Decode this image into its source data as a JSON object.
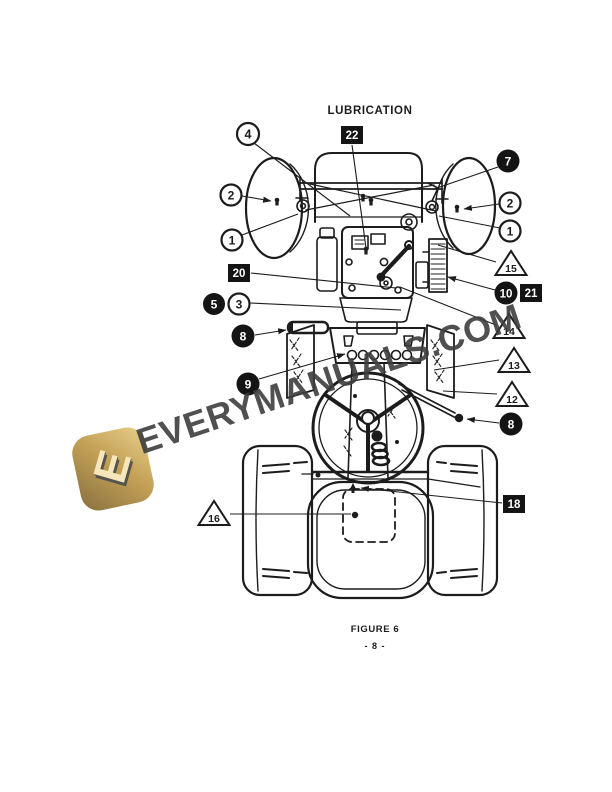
{
  "page": {
    "title": "LUBRICATION",
    "figure_caption": "FIGURE 6",
    "page_number": "- 8 -"
  },
  "watermark": {
    "text": "EVERYMANUALS.COM",
    "logo_letter": "E"
  },
  "colors": {
    "ink": "#1c1c1c",
    "watermark_text": "#3e3e3e",
    "logo_gold_light": "#e9cf8b",
    "logo_gold_dark": "#8a7040",
    "logo_letter_fill": "#f6e7bb"
  },
  "callouts": {
    "c4": "4",
    "s22": "22",
    "c2_left": "2",
    "c1_left": "1",
    "b7": "7",
    "c2_right": "2",
    "c1_right": "1",
    "t15": "15",
    "s20": "20",
    "b5": "5",
    "c3": "3",
    "b10": "10",
    "s21": "21",
    "t14": "14",
    "b8_left": "8",
    "b9": "9",
    "t13": "13",
    "t12": "12",
    "b8_right": "8",
    "t16": "16",
    "s18": "18"
  }
}
